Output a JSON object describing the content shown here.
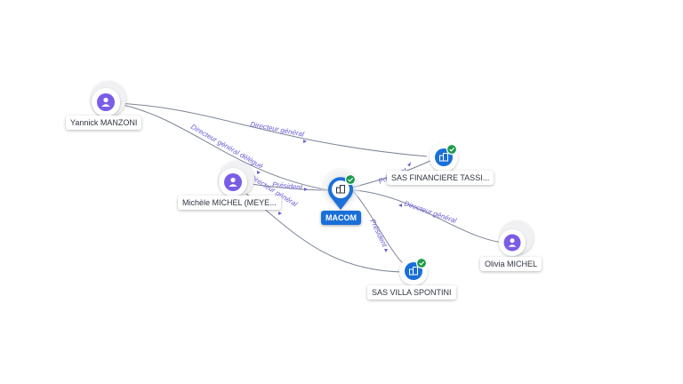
{
  "colors": {
    "person_node": "#7b5ce6",
    "company_node": "#1a6fd8",
    "verified_badge": "#1e9a4b",
    "edge": "#7d8597",
    "edge_label": "#6a5bd6"
  },
  "nodes": {
    "yannick": {
      "label": "Yannick MANZONI",
      "type": "person",
      "icon": "user-icon"
    },
    "michele": {
      "label": "Michèle MICHEL (MEYE...",
      "type": "person",
      "icon": "user-icon"
    },
    "macom": {
      "label": "MACOM",
      "type": "company",
      "icon": "building-icon",
      "verified": true,
      "focus": true
    },
    "sas_financiere": {
      "label": "SAS FINANCIERE TASSI...",
      "type": "company",
      "icon": "building-icon",
      "verified": true
    },
    "olivia": {
      "label": "Olivia MICHEL",
      "type": "person",
      "icon": "user-icon"
    },
    "sas_villa": {
      "label": "SAS VILLA SPONTINI",
      "type": "company",
      "icon": "building-icon",
      "verified": true
    }
  },
  "edges": {
    "yannick_financiere": {
      "label": "Directeur général"
    },
    "yannick_macom": {
      "label": "Directeur général délégué"
    },
    "michele_macom_president": {
      "label": "Président"
    },
    "michele_macom_dg": {
      "label": "Directeur général"
    },
    "macom_financiere": {
      "label": "Président"
    },
    "macom_olivia": {
      "label": "Directeur général"
    },
    "macom_villa": {
      "label": "Président"
    }
  }
}
